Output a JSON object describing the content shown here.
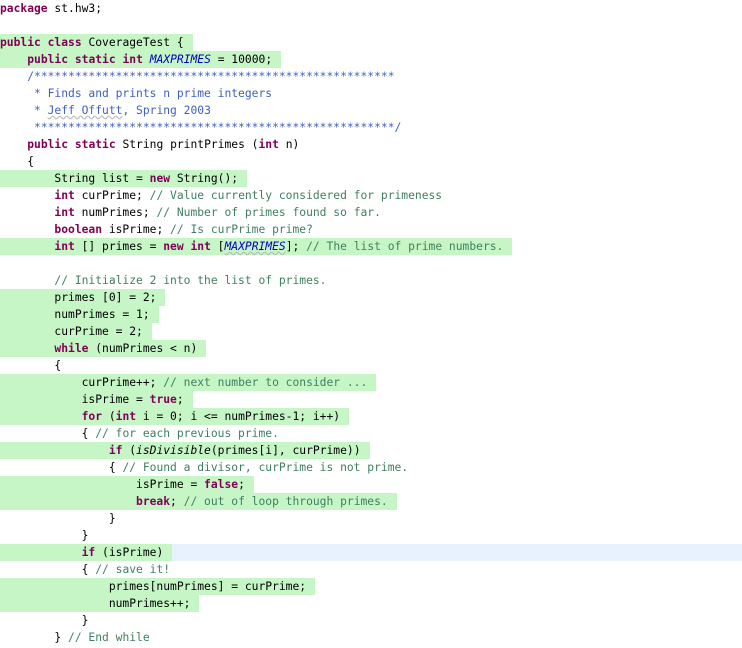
{
  "editor": {
    "current_line_index": 32,
    "colors": {
      "coverage_highlight": "#c6f5c6",
      "current_line": "#e8f2fe",
      "keyword": "#7f0055",
      "comment": "#3f7f5f",
      "javadoc": "#3f5fbf",
      "field": "#0000c0"
    },
    "lines": [
      {
        "indent": "",
        "covered": false,
        "tokens": [
          {
            "t": "package",
            "s": "kw"
          },
          {
            "t": " st.hw3;"
          }
        ]
      },
      {
        "indent": "",
        "covered": false,
        "tokens": []
      },
      {
        "indent": "",
        "covered": true,
        "tokens": [
          {
            "t": "public",
            "s": "kw"
          },
          {
            "t": " "
          },
          {
            "t": "class",
            "s": "kw"
          },
          {
            "t": " CoverageTest {"
          }
        ]
      },
      {
        "indent": "    ",
        "covered": true,
        "tokens": [
          {
            "t": "public",
            "s": "kw"
          },
          {
            "t": " "
          },
          {
            "t": "static",
            "s": "kw"
          },
          {
            "t": " "
          },
          {
            "t": "int",
            "s": "kw"
          },
          {
            "t": " "
          },
          {
            "t": "MAXPRIMES",
            "s": "fld"
          },
          {
            "t": " = 10000;"
          }
        ]
      },
      {
        "indent": "    ",
        "covered": false,
        "tokens": [
          {
            "t": "/*****************************************************",
            "s": "jd"
          }
        ]
      },
      {
        "indent": "    ",
        "covered": false,
        "tokens": [
          {
            "t": " * Finds and prints n prime integers",
            "s": "jd"
          }
        ]
      },
      {
        "indent": "    ",
        "covered": false,
        "tokens": [
          {
            "t": " * ",
            "s": "jd"
          },
          {
            "t": "Jeff Offutt",
            "s": "jd sq"
          },
          {
            "t": ", Spring 2003",
            "s": "jd"
          }
        ]
      },
      {
        "indent": "    ",
        "covered": false,
        "tokens": [
          {
            "t": " *****************************************************/",
            "s": "jd"
          }
        ]
      },
      {
        "indent": "    ",
        "covered": false,
        "tokens": [
          {
            "t": "public",
            "s": "kw"
          },
          {
            "t": " "
          },
          {
            "t": "static",
            "s": "kw"
          },
          {
            "t": " String printPrimes ("
          },
          {
            "t": "int",
            "s": "kw"
          },
          {
            "t": " n)"
          }
        ]
      },
      {
        "indent": "    ",
        "covered": false,
        "tokens": [
          {
            "t": "{"
          }
        ]
      },
      {
        "indent": "        ",
        "covered": true,
        "tokens": [
          {
            "t": "String list = "
          },
          {
            "t": "new",
            "s": "kw"
          },
          {
            "t": " String();"
          }
        ]
      },
      {
        "indent": "        ",
        "covered": false,
        "tokens": [
          {
            "t": "int",
            "s": "kw"
          },
          {
            "t": " curPrime; "
          },
          {
            "t": "// Value currently considered for primeness",
            "s": "cm"
          }
        ]
      },
      {
        "indent": "        ",
        "covered": false,
        "tokens": [
          {
            "t": "int",
            "s": "kw"
          },
          {
            "t": " numPrimes; "
          },
          {
            "t": "// Number of primes found so far.",
            "s": "cm"
          }
        ]
      },
      {
        "indent": "        ",
        "covered": false,
        "tokens": [
          {
            "t": "boolean",
            "s": "kw"
          },
          {
            "t": " isPrime; "
          },
          {
            "t": "// Is curPrime prime?",
            "s": "cm"
          }
        ]
      },
      {
        "indent": "        ",
        "covered": true,
        "tokens": [
          {
            "t": "int",
            "s": "kw"
          },
          {
            "t": " [] primes = "
          },
          {
            "t": "new",
            "s": "kw"
          },
          {
            "t": " "
          },
          {
            "t": "int",
            "s": "kw"
          },
          {
            "t": " ["
          },
          {
            "t": "MAXPRIMES",
            "s": "fld sq"
          },
          {
            "t": "]; "
          },
          {
            "t": "// The list of prime numbers.",
            "s": "cm"
          }
        ]
      },
      {
        "indent": "",
        "covered": false,
        "tokens": []
      },
      {
        "indent": "        ",
        "covered": false,
        "tokens": [
          {
            "t": "// Initialize 2 into the list of primes.",
            "s": "cm"
          }
        ]
      },
      {
        "indent": "        ",
        "covered": true,
        "tokens": [
          {
            "t": "primes [0] = 2;"
          }
        ]
      },
      {
        "indent": "        ",
        "covered": true,
        "tokens": [
          {
            "t": "numPrimes = 1;"
          }
        ]
      },
      {
        "indent": "        ",
        "covered": true,
        "tokens": [
          {
            "t": "curPrime = 2;"
          }
        ]
      },
      {
        "indent": "        ",
        "covered": true,
        "tokens": [
          {
            "t": "while",
            "s": "kw"
          },
          {
            "t": " (numPrimes < n)"
          }
        ]
      },
      {
        "indent": "        ",
        "covered": false,
        "tokens": [
          {
            "t": "{"
          }
        ]
      },
      {
        "indent": "            ",
        "covered": true,
        "tokens": [
          {
            "t": "curPrime++; "
          },
          {
            "t": "// next number to consider ...",
            "s": "cm"
          }
        ]
      },
      {
        "indent": "            ",
        "covered": true,
        "tokens": [
          {
            "t": "isPrime = "
          },
          {
            "t": "true",
            "s": "kw"
          },
          {
            "t": ";"
          }
        ]
      },
      {
        "indent": "            ",
        "covered": true,
        "tokens": [
          {
            "t": "for",
            "s": "kw"
          },
          {
            "t": " ("
          },
          {
            "t": "int",
            "s": "kw"
          },
          {
            "t": " i = 0; i <= numPrimes-1; i++)"
          }
        ]
      },
      {
        "indent": "            ",
        "covered": false,
        "tokens": [
          {
            "t": "{ "
          },
          {
            "t": "// for each previous prime.",
            "s": "cm"
          }
        ]
      },
      {
        "indent": "                ",
        "covered": true,
        "tokens": [
          {
            "t": "if",
            "s": "kw"
          },
          {
            "t": " ("
          },
          {
            "t": "isDivisible",
            "s": "it"
          },
          {
            "t": "(primes[i], curPrime))"
          }
        ]
      },
      {
        "indent": "                ",
        "covered": false,
        "tokens": [
          {
            "t": "{ "
          },
          {
            "t": "// Found a divisor, curPrime is not prime.",
            "s": "cm"
          }
        ]
      },
      {
        "indent": "                    ",
        "covered": true,
        "tokens": [
          {
            "t": "isPrime = "
          },
          {
            "t": "false",
            "s": "kw"
          },
          {
            "t": ";"
          }
        ]
      },
      {
        "indent": "                    ",
        "covered": true,
        "tokens": [
          {
            "t": "break",
            "s": "kw"
          },
          {
            "t": "; "
          },
          {
            "t": "// out of loop through primes.",
            "s": "cm"
          }
        ]
      },
      {
        "indent": "                ",
        "covered": false,
        "tokens": [
          {
            "t": "}"
          }
        ]
      },
      {
        "indent": "            ",
        "covered": false,
        "tokens": [
          {
            "t": "}"
          }
        ]
      },
      {
        "indent": "            ",
        "covered": true,
        "tokens": [
          {
            "t": "if",
            "s": "kw"
          },
          {
            "t": " (isPrime)"
          }
        ]
      },
      {
        "indent": "            ",
        "covered": false,
        "tokens": [
          {
            "t": "{ "
          },
          {
            "t": "// save it!",
            "s": "cm"
          }
        ]
      },
      {
        "indent": "                ",
        "covered": true,
        "tokens": [
          {
            "t": "primes[numPrimes] = curPrime;"
          }
        ]
      },
      {
        "indent": "                ",
        "covered": true,
        "tokens": [
          {
            "t": "numPrimes++;"
          }
        ]
      },
      {
        "indent": "            ",
        "covered": false,
        "tokens": [
          {
            "t": "}"
          }
        ]
      },
      {
        "indent": "        ",
        "covered": false,
        "tokens": [
          {
            "t": "} "
          },
          {
            "t": "// End while",
            "s": "cm"
          }
        ]
      }
    ]
  }
}
